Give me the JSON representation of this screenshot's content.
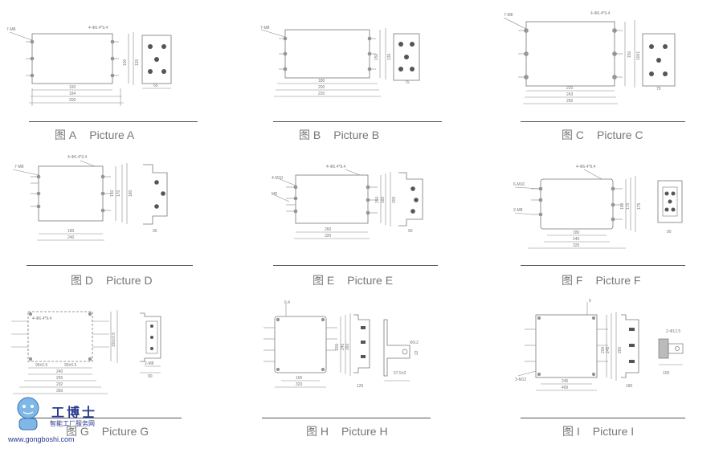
{
  "panels": [
    {
      "cn": "图 A",
      "en": "Picture A",
      "labels": {
        "mount": "7-M8",
        "holes": "4-Φ6.4*9.4",
        "d1": "160",
        "d2": "184",
        "d3": "200",
        "h1": "100",
        "h2": "120",
        "side": "65"
      }
    },
    {
      "cn": "图 B",
      "en": "Picture B",
      "labels": {
        "mount": "7-M8",
        "d1": "180",
        "d2": "200",
        "d3": "220",
        "h1": "150",
        "h2": "130",
        "side": "75"
      }
    },
    {
      "cn": "图 C",
      "en": "Picture C",
      "labels": {
        "mount": "7-M8",
        "holes": "4-Φ6.4*9.4",
        "d1": "220",
        "d2": "243",
        "d3": "260",
        "h1": "150",
        "h2": "1001",
        "side": "75"
      }
    },
    {
      "cn": "图 D",
      "en": "Picture D",
      "labels": {
        "mount": "7-M8",
        "holes": "4-Φ6.4*9.4",
        "d1": "180",
        "d2": "240",
        "h1": "150",
        "h2": "170",
        "h3": "180",
        "side": "90"
      }
    },
    {
      "cn": "图 E",
      "en": "Picture E",
      "labels": {
        "mount": "4-M10",
        "mount2": "M8",
        "holes": "4-Φ6.4*9.4",
        "d1": "260",
        "d2": "320",
        "h1": "150",
        "h2": "180",
        "h3": "200",
        "side": "90"
      }
    },
    {
      "cn": "图 F",
      "en": "Picture F",
      "labels": {
        "mount": "6-M10",
        "mount2": "2-M8",
        "holes": "4-Φ6.4*9.4",
        "d1": "180",
        "d2": "240",
        "d3": "325",
        "h1": "150",
        "h2": "170",
        "h3": "175",
        "side": "90"
      }
    },
    {
      "cn": "图 G",
      "en": "Picture G",
      "labels": {
        "holes": "4-Φ6.4*9.4",
        "d1": "95±0.5",
        "d2": "95±0.5",
        "d3": "240",
        "d4": "265",
        "d5": "292",
        "d6": "350",
        "h1": "150±0.5",
        "side1": "2-M8",
        "side2": "90"
      }
    },
    {
      "cn": "图 H",
      "en": "Picture H",
      "labels": {
        "top": "6.4",
        "d1": "165",
        "d2": "320",
        "h1": "200",
        "h2": "245",
        "h3": "260",
        "side": "126",
        "r1": "Φ9.2",
        "r2": "22",
        "r3": "57.5±2"
      }
    },
    {
      "cn": "图 I",
      "en": "Picture I",
      "labels": {
        "top": "6",
        "d1": "245",
        "d2": "400",
        "mount": "3-M12",
        "h1": "200",
        "h2": "245",
        "h3": "260",
        "side": "180",
        "r1": "2-Φ12.5",
        "r2": "100"
      }
    }
  ],
  "watermark": {
    "name": "工博士",
    "sub": "智能工厂服务网",
    "url": "www.gongboshi.com"
  }
}
